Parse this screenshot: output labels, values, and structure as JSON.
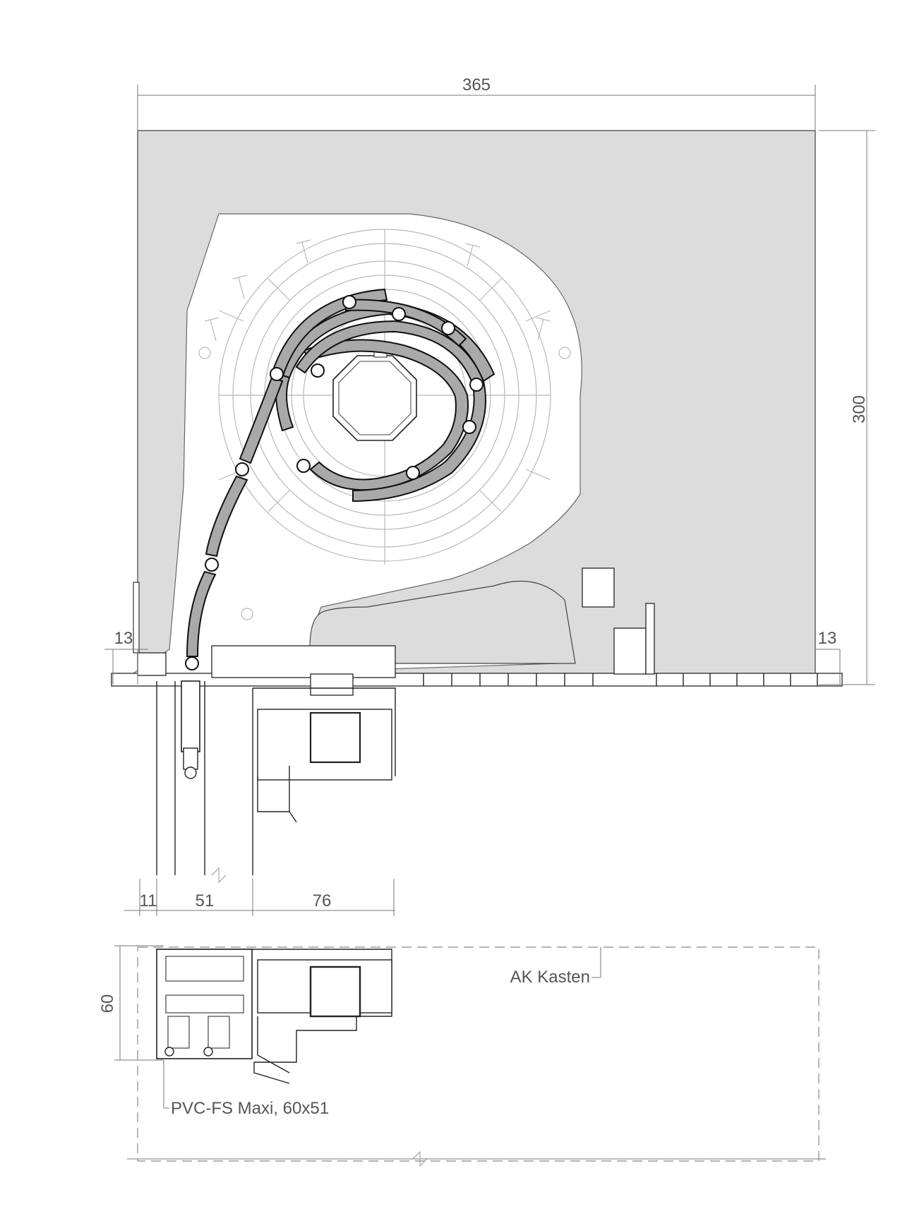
{
  "dimensions": {
    "width_top": "365",
    "height_right": "300",
    "left_offset": "13",
    "right_offset": "13",
    "bottom_1": "11",
    "bottom_2": "51",
    "bottom_3": "76",
    "section_height": "60"
  },
  "labels": {
    "box_label": "AK Kasten",
    "profile_label": "PVC-FS Maxi, 60x51"
  },
  "colors": {
    "box_fill": "#dcdcdc",
    "slat_fill": "#a9a9a9",
    "line": "#222222"
  }
}
